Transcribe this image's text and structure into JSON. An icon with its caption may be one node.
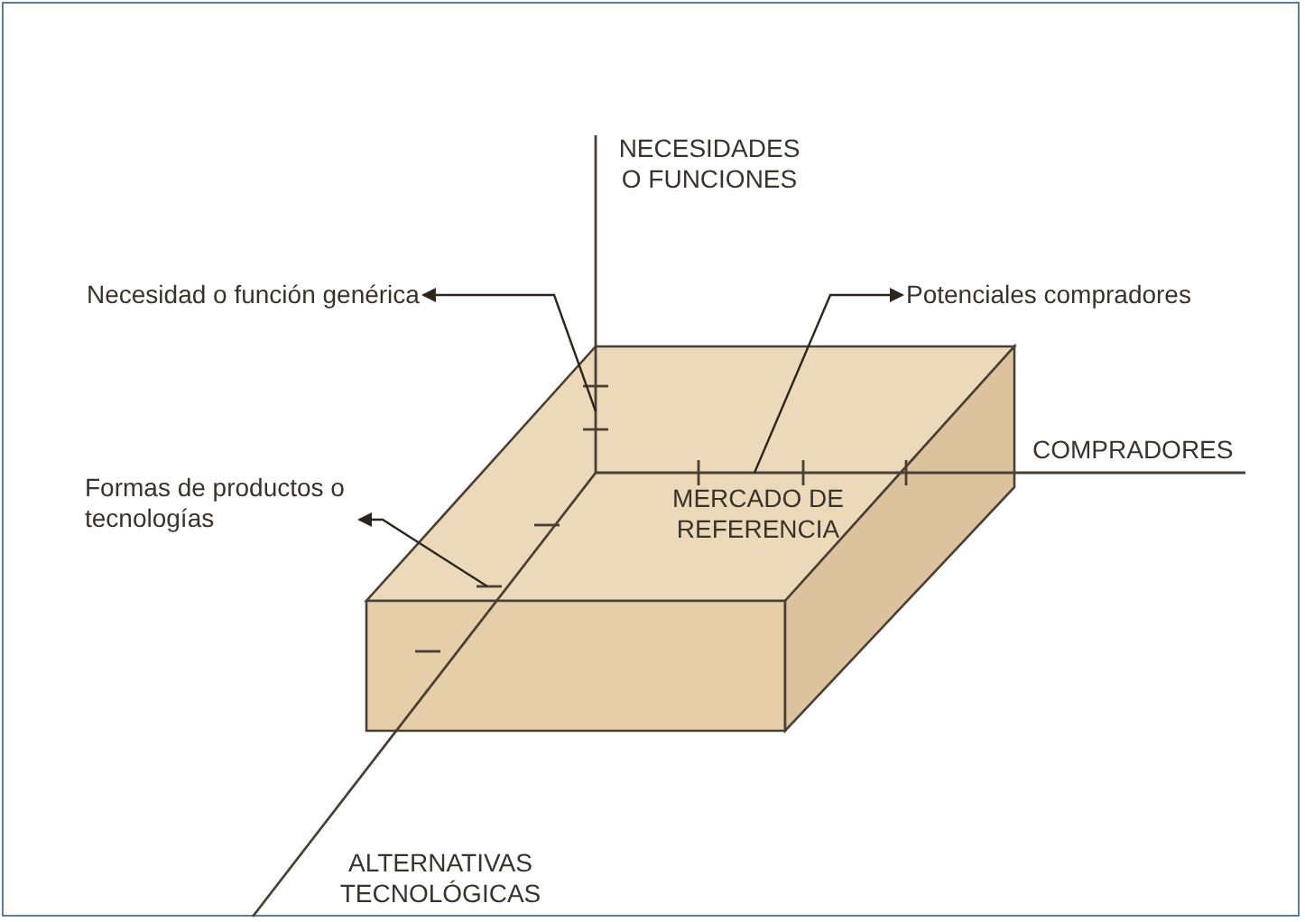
{
  "diagram": {
    "nodes": [
      {
        "text": [
          "Necesidad o función genérica"
        ]
      },
      {
        "text": [
          "Potenciales compradores"
        ]
      },
      {
        "text": [
          "Formas de productos o tecnologías"
        ]
      }
    ],
    "edges": [
      {
        "from": null,
        "to": 0,
        "arrow": "to"
      },
      {
        "from": null,
        "to": 1,
        "arrow": "to"
      },
      {
        "from": null,
        "to": 2,
        "arrow": "to"
      }
    ],
    "labels": [
      "NECESIDADES O FUNCIONES",
      "COMPRADORES",
      "MERCADO DE REFERENCIA",
      "ALTERNATIVAS TECNOLÓGICAS"
    ]
  }
}
